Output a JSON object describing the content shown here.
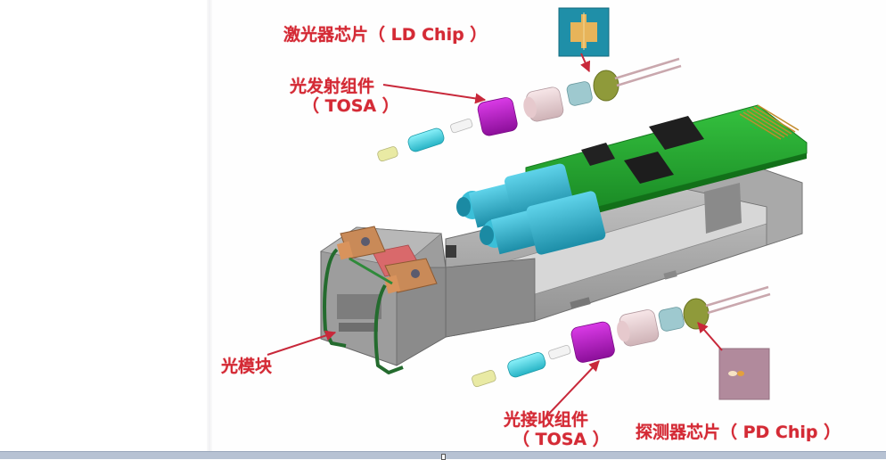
{
  "diagram": {
    "subject": "Optical transceiver module exploded view",
    "label_color": "#d42a35",
    "labels": {
      "ld_chip": "激光器芯片（ LD Chip ）",
      "tosa_top_line1": "光发射组件",
      "tosa_top_line2": "（ TOSA ）",
      "module": "光模块",
      "rosa_bottom_line1": "光接收组件",
      "rosa_bottom_line2": "（ TOSA ）",
      "pd_chip": "探测器芯片（ PD Chip ）"
    },
    "components": [
      "ld-chip-inset",
      "tx-optical-subassembly-chain",
      "pcb-board",
      "optical-ports",
      "module-housing",
      "rx-optical-subassembly-chain",
      "pd-chip-inset"
    ],
    "colors": {
      "pcb": "#23a030",
      "ic": "#222222",
      "port": "#27aec9",
      "housing": "#9a9a9a",
      "magenta_sleeve": "#b418c4",
      "pink_sleeve": "#ecd3d6",
      "cyan_ferrule": "#4fd7e6",
      "yellow_tip": "#e9eaa4",
      "can": "#8f9a3a",
      "latch": "#c78a57",
      "bail": "#246b2e",
      "ld_inset_bg": "#1f8fa8",
      "pd_inset_bg": "#b18a9c"
    }
  }
}
